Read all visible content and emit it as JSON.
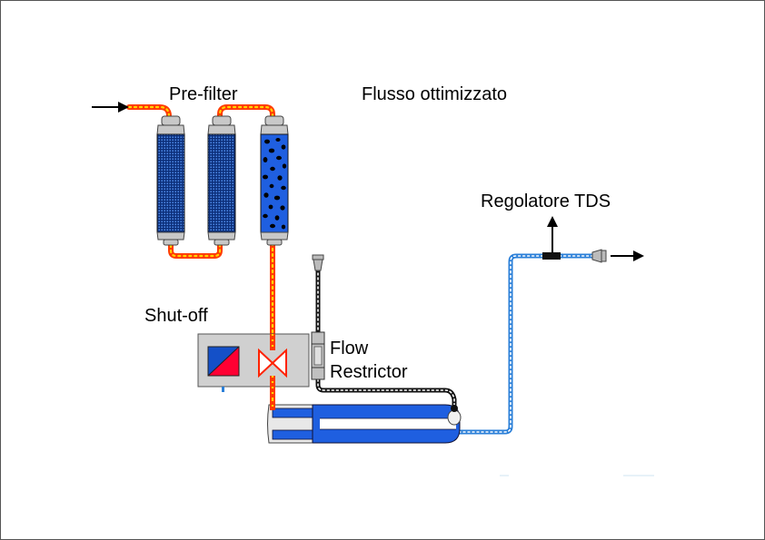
{
  "labels": {
    "prefilter": "Pre-filter",
    "title": "Flusso ottimizzato",
    "tds": "Regolatore TDS",
    "shutoff": "Shut-off",
    "flow_line1": "Flow",
    "flow_line2": "Restrictor"
  },
  "colors": {
    "frame": "#555555",
    "feed_pipe": "#ff3b00",
    "feed_pipe_dots": "#ffd400",
    "filter_body": "#0c2f7a",
    "carbon_body": "#1f5fe0",
    "cap": "#c8c8c8",
    "membrane": "#1f5fe0",
    "product_pipe": "#2a7fd8",
    "drain_pipe": "#111111",
    "valve": "#ff2200",
    "shutoff_red": "#ff0033",
    "shutoff_blue": "#1450c8"
  },
  "icons": {
    "inlet": "arrow-right-icon",
    "outlet": "arrow-right-icon",
    "tds_up": "arrow-up-icon",
    "valve": "valve-icon"
  }
}
